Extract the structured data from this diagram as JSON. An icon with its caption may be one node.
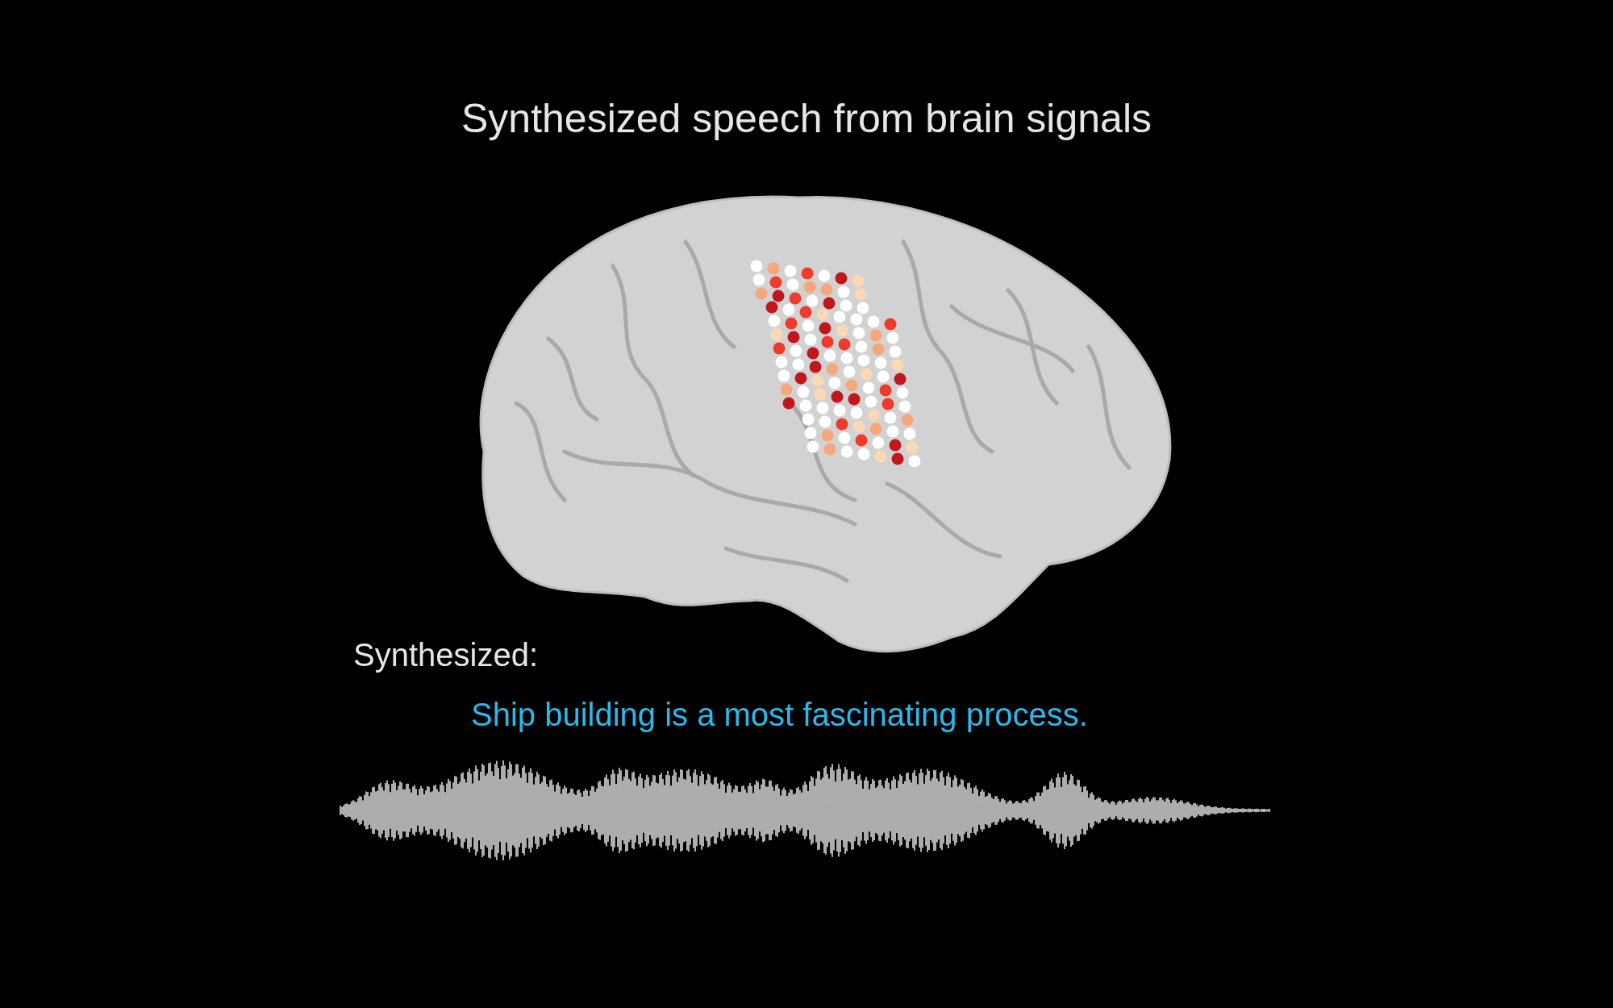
{
  "diagram": {
    "title": "Synthesized speech from brain signals",
    "labels": [
      "Synthesized:",
      "Ship building is a most fascinating process."
    ]
  }
}
